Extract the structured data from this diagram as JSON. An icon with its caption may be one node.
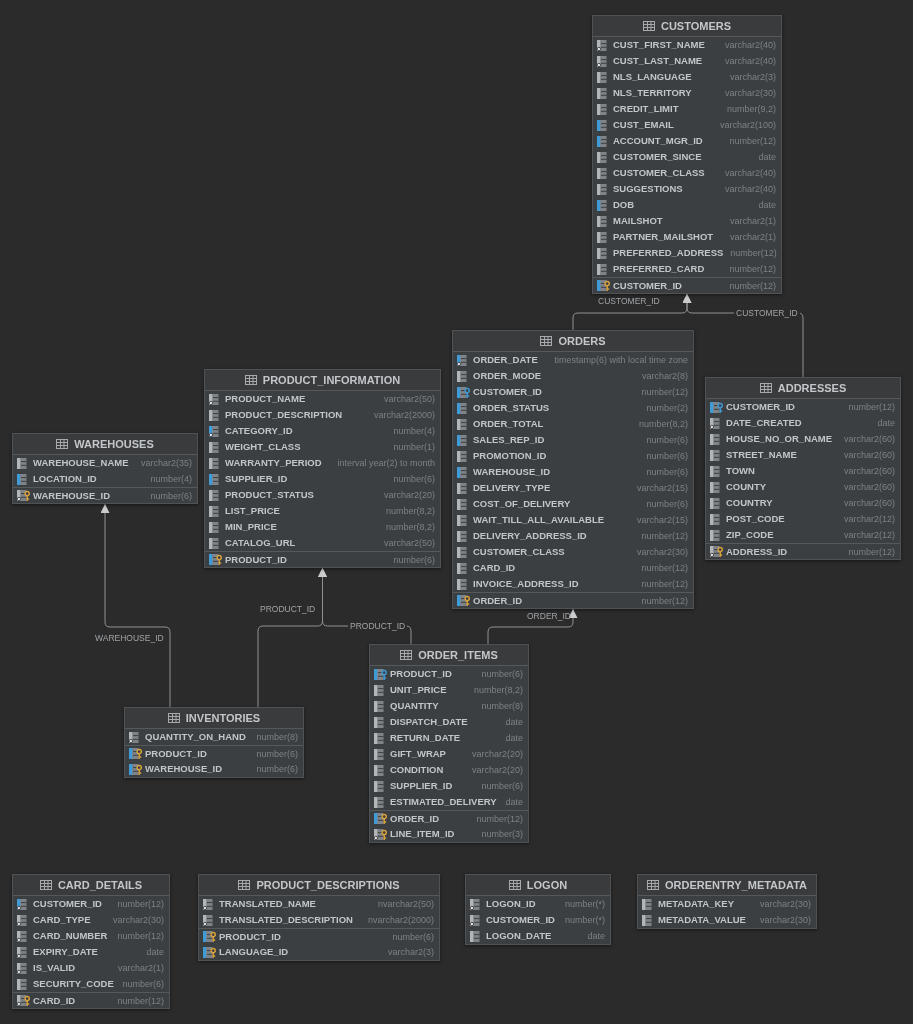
{
  "diagram": {
    "nodes": [
      {
        "text": [
          "CUSTOMERS"
        ]
      },
      {
        "text": [
          "CUST_FIRST_NAME",
          "varchar2(40)"
        ],
        "in": 0
      },
      {
        "text": [
          "CUST_LAST_NAME",
          "varchar2(40)"
        ],
        "in": 0
      },
      {
        "text": [
          "NLS_LANGUAGE",
          "varchar2(3)"
        ],
        "in": 0
      },
      {
        "text": [
          "NLS_TERRITORY",
          "varchar2(30)"
        ],
        "in": 0
      },
      {
        "text": [
          "CREDIT_LIMIT",
          "number(9,2)"
        ],
        "in": 0
      },
      {
        "text": [
          "CUST_EMAIL",
          "varchar2(100)"
        ],
        "in": 0
      },
      {
        "text": [
          "ACCOUNT_MGR_ID",
          "number(12)"
        ],
        "in": 0
      },
      {
        "text": [
          "CUSTOMER_SINCE",
          "date"
        ],
        "in": 0
      },
      {
        "text": [
          "CUSTOMER_CLASS",
          "varchar2(40)"
        ],
        "in": 0
      },
      {
        "text": [
          "SUGGESTIONS",
          "varchar2(40)"
        ],
        "in": 0
      },
      {
        "text": [
          "DOB",
          "date"
        ],
        "in": 0
      },
      {
        "text": [
          "MAILSHOT",
          "varchar2(1)"
        ],
        "in": 0
      },
      {
        "text": [
          "PARTNER_MAILSHOT",
          "varchar2(1)"
        ],
        "in": 0
      },
      {
        "text": [
          "PREFERRED_ADDRESS",
          "number(12)"
        ],
        "in": 0
      },
      {
        "text": [
          "PREFERRED_CARD",
          "number(12)"
        ],
        "in": 0
      },
      {
        "text": [
          "CUSTOMER_ID",
          "number(12)"
        ],
        "in": 0
      },
      {
        "text": [
          "ORDERS"
        ]
      },
      {
        "text": [
          "ORDER_DATE",
          "timestamp(6) with local time zone"
        ],
        "in": 17
      },
      {
        "text": [
          "ORDER_MODE",
          "varchar2(8)"
        ],
        "in": 17
      },
      {
        "text": [
          "CUSTOMER_ID",
          "number(12)"
        ],
        "in": 17
      },
      {
        "text": [
          "ORDER_STATUS",
          "number(2)"
        ],
        "in": 17
      },
      {
        "text": [
          "ORDER_TOTAL",
          "number(8,2)"
        ],
        "in": 17
      },
      {
        "text": [
          "SALES_REP_ID",
          "number(6)"
        ],
        "in": 17
      },
      {
        "text": [
          "PROMOTION_ID",
          "number(6)"
        ],
        "in": 17
      },
      {
        "text": [
          "WAREHOUSE_ID",
          "number(6)"
        ],
        "in": 17
      },
      {
        "text": [
          "DELIVERY_TYPE",
          "varchar2(15)"
        ],
        "in": 17
      },
      {
        "text": [
          "COST_OF_DELIVERY",
          "number(6)"
        ],
        "in": 17
      },
      {
        "text": [
          "WAIT_TILL_ALL_AVAILABLE",
          "varchar2(15)"
        ],
        "in": 17
      },
      {
        "text": [
          "DELIVERY_ADDRESS_ID",
          "number(12)"
        ],
        "in": 17
      },
      {
        "text": [
          "CUSTOMER_CLASS",
          "varchar2(30)"
        ],
        "in": 17
      },
      {
        "text": [
          "CARD_ID",
          "number(12)"
        ],
        "in": 17
      },
      {
        "text": [
          "INVOICE_ADDRESS_ID",
          "number(12)"
        ],
        "in": 17
      },
      {
        "text": [
          "ORDER_ID",
          "number(12)"
        ],
        "in": 17
      },
      {
        "text": [
          "PRODUCT_INFORMATION"
        ]
      },
      {
        "text": [
          "PRODUCT_NAME",
          "varchar2(50)"
        ],
        "in": 34
      },
      {
        "text": [
          "PRODUCT_DESCRIPTION",
          "varchar2(2000)"
        ],
        "in": 34
      },
      {
        "text": [
          "CATEGORY_ID",
          "number(4)"
        ],
        "in": 34
      },
      {
        "text": [
          "WEIGHT_CLASS",
          "number(1)"
        ],
        "in": 34
      },
      {
        "text": [
          "WARRANTY_PERIOD",
          "interval year(2) to month"
        ],
        "in": 34
      },
      {
        "text": [
          "SUPPLIER_ID",
          "number(6)"
        ],
        "in": 34
      },
      {
        "text": [
          "PRODUCT_STATUS",
          "varchar2(20)"
        ],
        "in": 34
      },
      {
        "text": [
          "LIST_PRICE",
          "number(8,2)"
        ],
        "in": 34
      },
      {
        "text": [
          "MIN_PRICE",
          "number(8,2)"
        ],
        "in": 34
      },
      {
        "text": [
          "CATALOG_URL",
          "varchar2(50)"
        ],
        "in": 34
      },
      {
        "text": [
          "PRODUCT_ID",
          "number(6)"
        ],
        "in": 34
      },
      {
        "text": [
          "ADDRESSES"
        ]
      },
      {
        "text": [
          "CUSTOMER_ID",
          "number(12)"
        ],
        "in": 46
      },
      {
        "text": [
          "DATE_CREATED",
          "date"
        ],
        "in": 46
      },
      {
        "text": [
          "HOUSE_NO_OR_NAME",
          "varchar2(60)"
        ],
        "in": 46
      },
      {
        "text": [
          "STREET_NAME",
          "varchar2(60)"
        ],
        "in": 46
      },
      {
        "text": [
          "TOWN",
          "varchar2(60)"
        ],
        "in": 46
      },
      {
        "text": [
          "COUNTY",
          "varchar2(60)"
        ],
        "in": 46
      },
      {
        "text": [
          "COUNTRY",
          "varchar2(60)"
        ],
        "in": 46
      },
      {
        "text": [
          "POST_CODE",
          "varchar2(12)"
        ],
        "in": 46
      },
      {
        "text": [
          "ZIP_CODE",
          "varchar2(12)"
        ],
        "in": 46
      },
      {
        "text": [
          "ADDRESS_ID",
          "number(12)"
        ],
        "in": 46
      },
      {
        "text": [
          "WAREHOUSES"
        ]
      },
      {
        "text": [
          "WAREHOUSE_NAME",
          "varchar2(35)"
        ],
        "in": 57
      },
      {
        "text": [
          "LOCATION_ID",
          "number(4)"
        ],
        "in": 57
      },
      {
        "text": [
          "WAREHOUSE_ID",
          "number(6)"
        ],
        "in": 57
      },
      {
        "text": [
          "ORDER_ITEMS"
        ]
      },
      {
        "text": [
          "PRODUCT_ID",
          "number(6)"
        ],
        "in": 61
      },
      {
        "text": [
          "UNIT_PRICE",
          "number(8,2)"
        ],
        "in": 61
      },
      {
        "text": [
          "QUANTITY",
          "number(8)"
        ],
        "in": 61
      },
      {
        "text": [
          "DISPATCH_DATE",
          "date"
        ],
        "in": 61
      },
      {
        "text": [
          "RETURN_DATE",
          "date"
        ],
        "in": 61
      },
      {
        "text": [
          "GIFT_WRAP",
          "varchar2(20)"
        ],
        "in": 61
      },
      {
        "text": [
          "CONDITION",
          "varchar2(20)"
        ],
        "in": 61
      },
      {
        "text": [
          "SUPPLIER_ID",
          "number(6)"
        ],
        "in": 61
      },
      {
        "text": [
          "ESTIMATED_DELIVERY",
          "date"
        ],
        "in": 61
      },
      {
        "text": [
          "ORDER_ID",
          "number(12)"
        ],
        "in": 61
      },
      {
        "text": [
          "LINE_ITEM_ID",
          "number(3)"
        ],
        "in": 61
      },
      {
        "text": [
          "INVENTORIES"
        ]
      },
      {
        "text": [
          "QUANTITY_ON_HAND",
          "number(8)"
        ],
        "in": 73
      },
      {
        "text": [
          "PRODUCT_ID",
          "number(6)"
        ],
        "in": 73
      },
      {
        "text": [
          "WAREHOUSE_ID",
          "number(6)"
        ],
        "in": 73
      },
      {
        "text": [
          "CARD_DETAILS"
        ]
      },
      {
        "text": [
          "CUSTOMER_ID",
          "number(12)"
        ],
        "in": 77
      },
      {
        "text": [
          "CARD_TYPE",
          "varchar2(30)"
        ],
        "in": 77
      },
      {
        "text": [
          "CARD_NUMBER",
          "number(12)"
        ],
        "in": 77
      },
      {
        "text": [
          "EXPIRY_DATE",
          "date"
        ],
        "in": 77
      },
      {
        "text": [
          "IS_VALID",
          "varchar2(1)"
        ],
        "in": 77
      },
      {
        "text": [
          "SECURITY_CODE",
          "number(6)"
        ],
        "in": 77
      },
      {
        "text": [
          "CARD_ID",
          "number(12)"
        ],
        "in": 77
      },
      {
        "text": [
          "PRODUCT_DESCRIPTIONS"
        ]
      },
      {
        "text": [
          "TRANSLATED_NAME",
          "nvarchar2(50)"
        ],
        "in": 85
      },
      {
        "text": [
          "TRANSLATED_DESCRIPTION",
          "nvarchar2(2000)"
        ],
        "in": 85
      },
      {
        "text": [
          "PRODUCT_ID",
          "number(6)"
        ],
        "in": 85
      },
      {
        "text": [
          "LANGUAGE_ID",
          "varchar2(3)"
        ],
        "in": 85
      },
      {
        "text": [
          "LOGON"
        ]
      },
      {
        "text": [
          "LOGON_ID",
          "number(*)"
        ],
        "in": 90
      },
      {
        "text": [
          "CUSTOMER_ID",
          "number(*)"
        ],
        "in": 90
      },
      {
        "text": [
          "LOGON_DATE",
          "date"
        ],
        "in": 90
      },
      {
        "text": [
          "ORDERENTRY_METADATA"
        ]
      },
      {
        "text": [
          "METADATA_KEY",
          "varchar2(30)"
        ],
        "in": 94
      },
      {
        "text": [
          "METADATA_VALUE",
          "varchar2(30)"
        ],
        "in": 94
      }
    ],
    "edges": [
      {
        "from": 17,
        "to": 0,
        "arrow": "to",
        "label": "CUSTOMER_ID"
      },
      {
        "from": 46,
        "to": 0,
        "arrow": "to",
        "label": "CUSTOMER_ID"
      },
      {
        "from": 73,
        "to": 57,
        "arrow": "to",
        "label": "WAREHOUSE_ID"
      },
      {
        "from": 73,
        "to": 34,
        "arrow": "to",
        "label": "PRODUCT_ID"
      },
      {
        "from": 61,
        "to": 34,
        "arrow": "to",
        "label": "PRODUCT_ID"
      },
      {
        "from": 61,
        "to": 17,
        "arrow": "to",
        "label": "ORDER_ID"
      }
    ]
  }
}
